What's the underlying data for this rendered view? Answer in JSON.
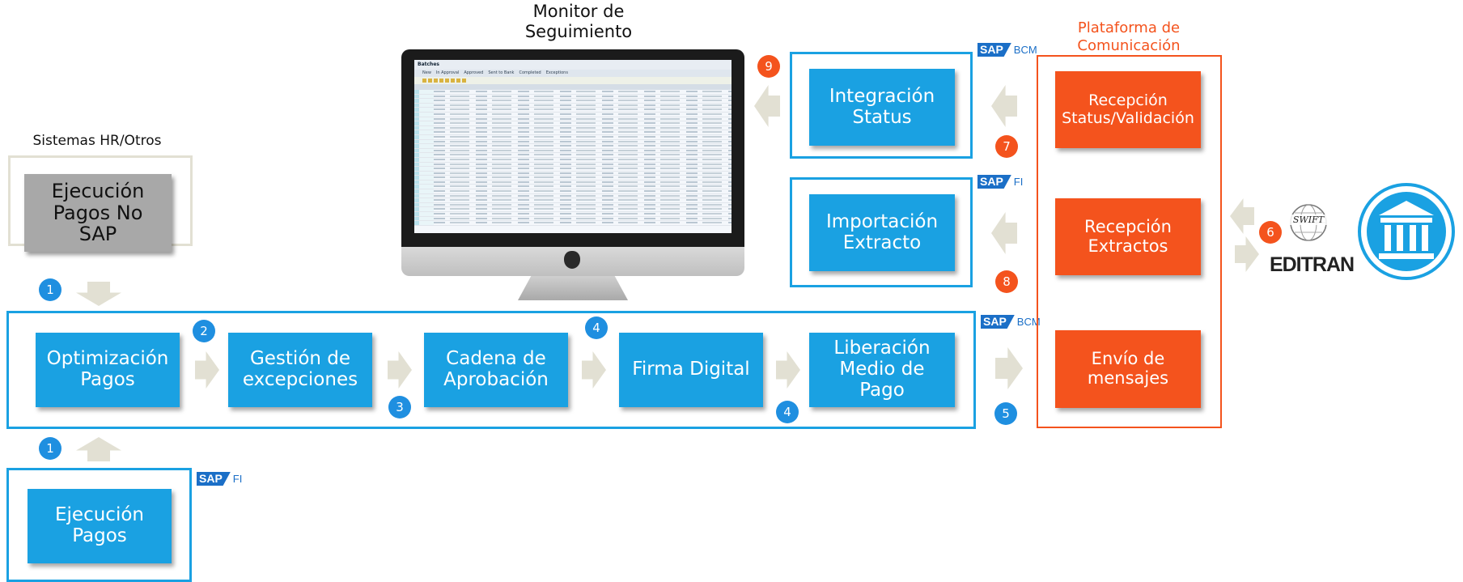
{
  "labels": {
    "monitor_title": "Monitor de\nSeguimiento",
    "hr_systems": "Sistemas HR/Otros",
    "platform_title": "Plataforma de\nComunicación"
  },
  "boxes": {
    "ejecucion_no_sap": "Ejecución\nPagos No\nSAP",
    "optimizacion": "Optimización\nPagos",
    "gestion": "Gestión de\nexcepciones",
    "cadena": "Cadena de\nAprobación",
    "firma": "Firma Digital",
    "liberacion": "Liberación\nMedio de\nPago",
    "ejecucion_pagos": "Ejecución\nPagos",
    "integracion": "Integración\nStatus",
    "importacion": "Importación\nExtracto",
    "recepcion_status": "Recepción\nStatus/Validación",
    "recepcion_extractos": "Recepción\nExtractos",
    "envio_mensajes": "Envío de\nmensajes"
  },
  "badges": {
    "b1_top": "1",
    "b1_bottom": "1",
    "b2": "2",
    "b3": "3",
    "b4_top": "4",
    "b4_bottom": "4",
    "b5": "5",
    "b6": "6",
    "b7": "7",
    "b8": "8",
    "b9": "9"
  },
  "sap_logos": {
    "mark": "SAP",
    "bcm_top": "BCM",
    "fi_right": "FI",
    "bcm_mid": "BCM",
    "fi_bottom": "FI"
  },
  "network": {
    "swift": "SWIFT",
    "editran": "EDITRAN"
  },
  "monitor": {
    "window_title": "Batches",
    "tabs": [
      "New",
      "In Approval",
      "Approved",
      "Sent to Bank",
      "Completed",
      "Exceptions"
    ]
  },
  "colors": {
    "blue": "#1aa1e2",
    "orange": "#f4531d",
    "gray_box": "#a8a8a8",
    "arrow": "#e2e0d3",
    "sap_blue": "#1b6fc7"
  }
}
